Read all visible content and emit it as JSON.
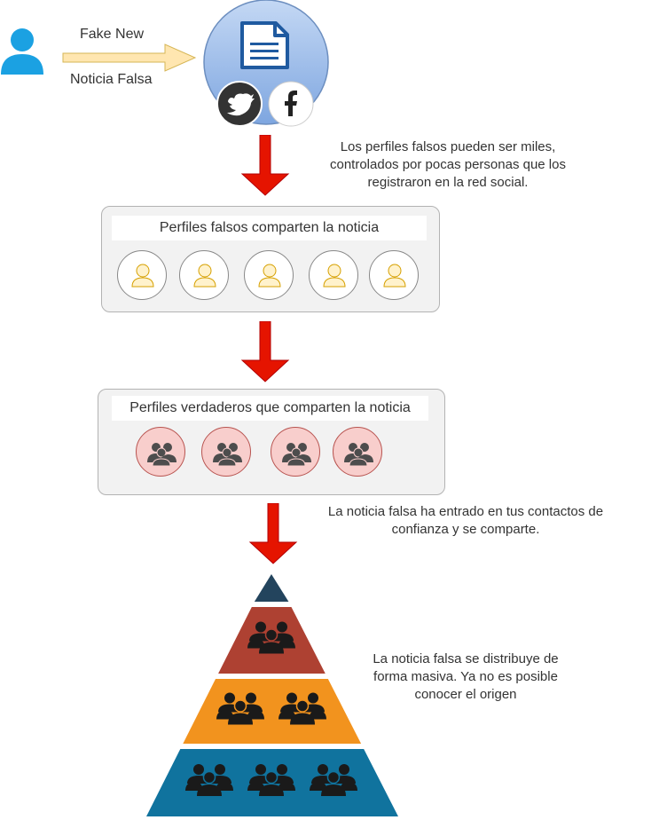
{
  "source": {
    "label_en": "Fake New",
    "label_es": "Noticia Falsa",
    "user_icon": "user-icon",
    "document_icon": "document-icon",
    "social_icons": [
      "twitter-icon",
      "facebook-icon"
    ]
  },
  "notes": {
    "fake_profiles": "Los perfiles falsos pueden ser miles,\ncontrolados por pocas personas que los\nregistraron en la red social.",
    "trusted_contacts": "La noticia falsa ha entrado en tus contactos de\nconfianza y se comparte.",
    "mass_distribution": "La noticia falsa se distribuye de\nforma masiva. Ya no es posible\nconocer el origen"
  },
  "fake_panel": {
    "title": "Perfiles falsos comparten la noticia",
    "profile_count": 5
  },
  "real_panel": {
    "title": "Perfiles verdaderos que comparten la noticia",
    "profile_count": 4
  },
  "pyramid": {
    "levels": [
      {
        "color": "#23445d",
        "group_icons": 0
      },
      {
        "color": "#ae4132",
        "group_icons": 1
      },
      {
        "color": "#f2931e",
        "group_icons": 2
      },
      {
        "color": "#10739e",
        "group_icons": 3
      }
    ]
  },
  "colors": {
    "arrow_red": "#e51400",
    "user_blue": "#1ba1e2",
    "fake_person": "#f0c870",
    "real_circle": "#f8cecc",
    "real_border": "#b85450"
  }
}
